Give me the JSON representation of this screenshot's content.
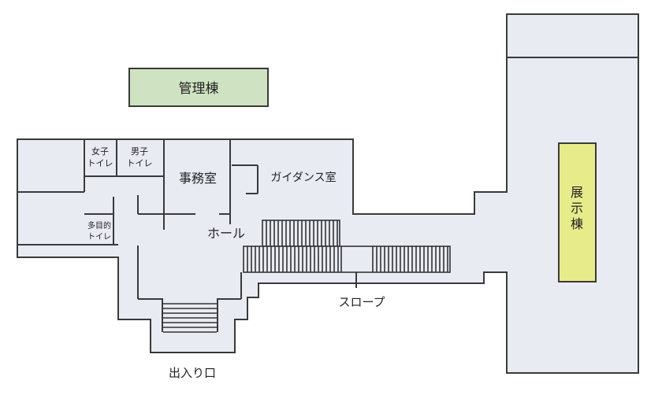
{
  "labels": {
    "admin_building": "管理棟",
    "womens_toilet_line1": "女子",
    "womens_toilet_line2": "トイレ",
    "mens_toilet_line1": "男子",
    "mens_toilet_line2": "トイレ",
    "multipurpose_toilet_line1": "多目的",
    "multipurpose_toilet_line2": "トイレ",
    "office": "事務室",
    "guidance_room": "ガイダンス室",
    "hall": "ホール",
    "exhibition_building_line1": "展",
    "exhibition_building_line2": "示",
    "exhibition_building_line3": "棟",
    "slope": "スロープ",
    "entrance": "出入り口"
  },
  "colors": {
    "floor": "#e9ebf3",
    "wall": "#3a3a3a",
    "admin_fill": "#cfe3c2",
    "exhibit_fill": "#e7eb8a",
    "stair": "#333333",
    "text": "#222222"
  }
}
